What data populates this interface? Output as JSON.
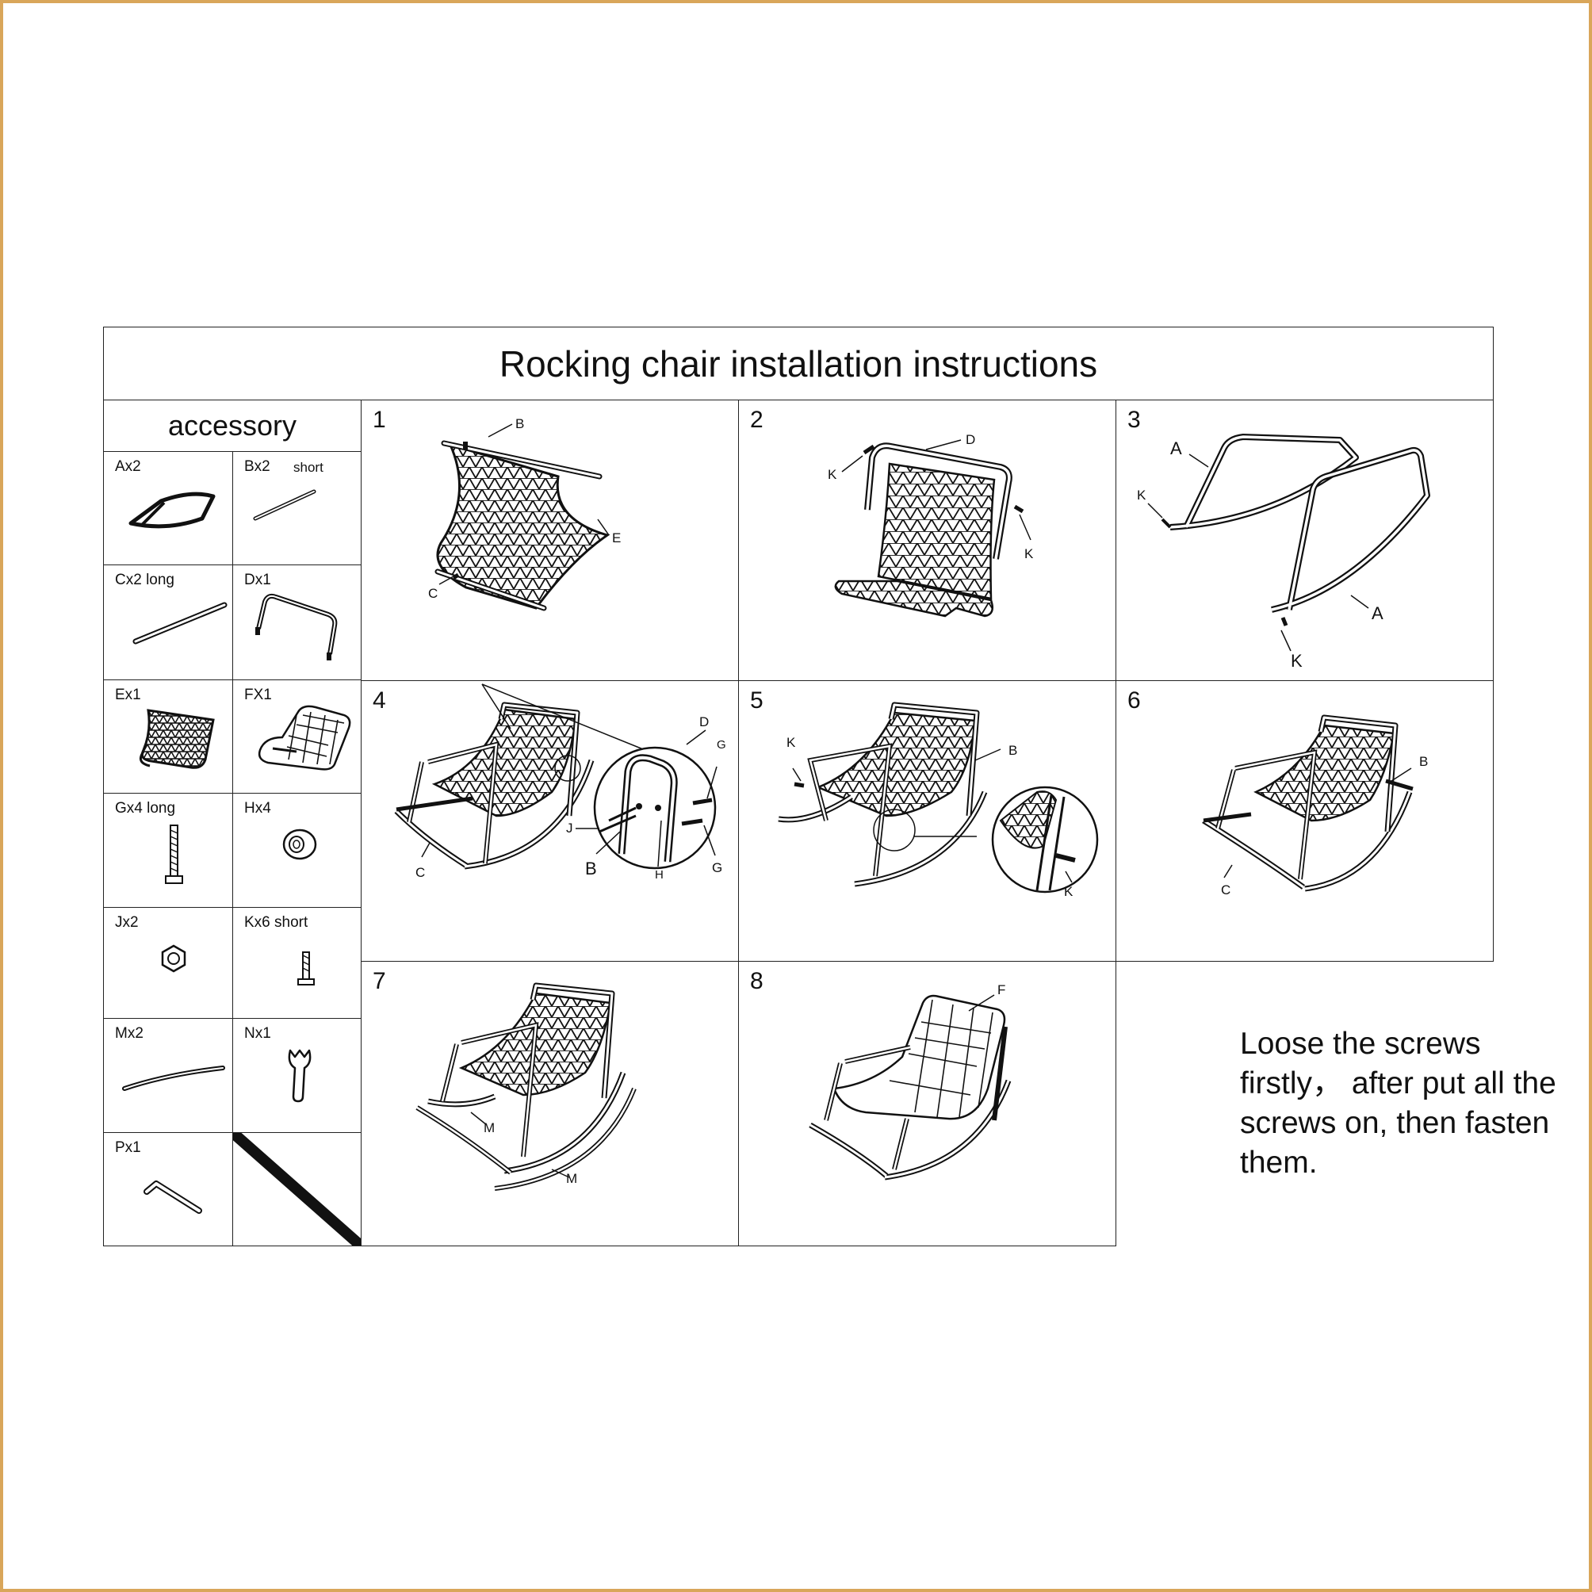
{
  "title": "Rocking chair installation  instructions",
  "accessory_heading": "accessory",
  "parts": [
    {
      "code": "Ax2",
      "icon": "rocker-frame-icon"
    },
    {
      "code": "Bx2",
      "note": "short",
      "icon": "short-bar-icon"
    },
    {
      "code": "Cx2  long",
      "icon": "long-bar-icon"
    },
    {
      "code": "Dx1",
      "icon": "back-frame-icon"
    },
    {
      "code": "Ex1",
      "icon": "mesh-seat-icon"
    },
    {
      "code": "FX1",
      "icon": "cushion-icon"
    },
    {
      "code": "Gx4 long",
      "icon": "long-bolt-icon"
    },
    {
      "code": "Hx4",
      "icon": "washer-icon"
    },
    {
      "code": "Jx2",
      "icon": "nut-icon"
    },
    {
      "code": "Kx6 short",
      "icon": "short-screw-icon"
    },
    {
      "code": "Mx2",
      "icon": "runner-icon"
    },
    {
      "code": "Nx1",
      "icon": "wrench-icon"
    },
    {
      "code": "Px1",
      "icon": "allen-key-icon"
    }
  ],
  "steps": [
    {
      "number": "1",
      "callouts": [
        "B",
        "E",
        "C"
      ]
    },
    {
      "number": "2",
      "callouts": [
        "D",
        "K",
        "K"
      ]
    },
    {
      "number": "3",
      "callouts": [
        "A",
        "K",
        "A",
        "K"
      ]
    },
    {
      "number": "4",
      "callouts": [
        "D",
        "G",
        "J",
        "B",
        "H",
        "G",
        "C"
      ]
    },
    {
      "number": "5",
      "callouts": [
        "K",
        "B",
        "K"
      ]
    },
    {
      "number": "6",
      "callouts": [
        "B",
        "C"
      ]
    },
    {
      "number": "7",
      "callouts": [
        "M",
        "M"
      ]
    },
    {
      "number": "8",
      "callouts": [
        "F"
      ]
    }
  ],
  "note": {
    "line1": "Loose the screws",
    "line2": "firstly，  after put all the",
    "line3": "screws on,  then fasten",
    "line4": "them."
  }
}
